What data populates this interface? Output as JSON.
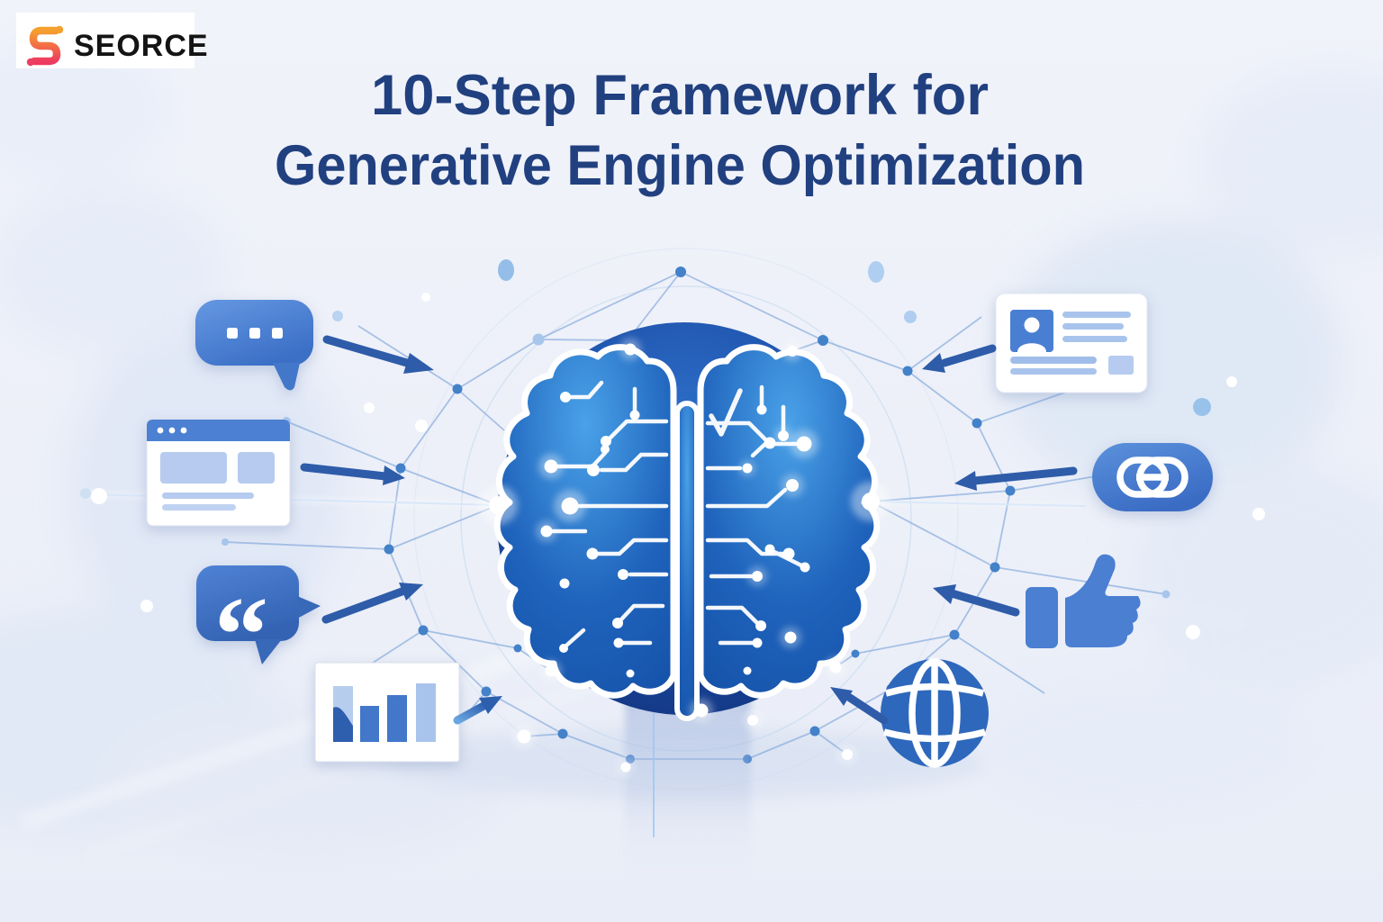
{
  "brand": {
    "name": "SEORCE"
  },
  "title": {
    "line1": "10-Step Framework for",
    "line2": "Generative Engine Optimization"
  },
  "colors": {
    "background": "#eef1f8",
    "title_text": "#21407f",
    "arrow_blue": "#2e5ca9",
    "icon_primary": "#4a7fd2",
    "icon_light": "#b6cbef",
    "circle_navy": "#142f78",
    "brain_blue": "#2f7fd6",
    "mesh_line": "#7fa6da",
    "logo_orange": "#f5a02e",
    "logo_pink": "#ee3a5f"
  },
  "icons": {
    "center": "brain-circuit-icon",
    "left": [
      "chat-bubble-icon",
      "browser-window-icon",
      "quote-icon",
      "bar-chart-icon"
    ],
    "right": [
      "id-card-icon",
      "link-icon",
      "thumbs-up-icon",
      "globe-icon"
    ]
  }
}
